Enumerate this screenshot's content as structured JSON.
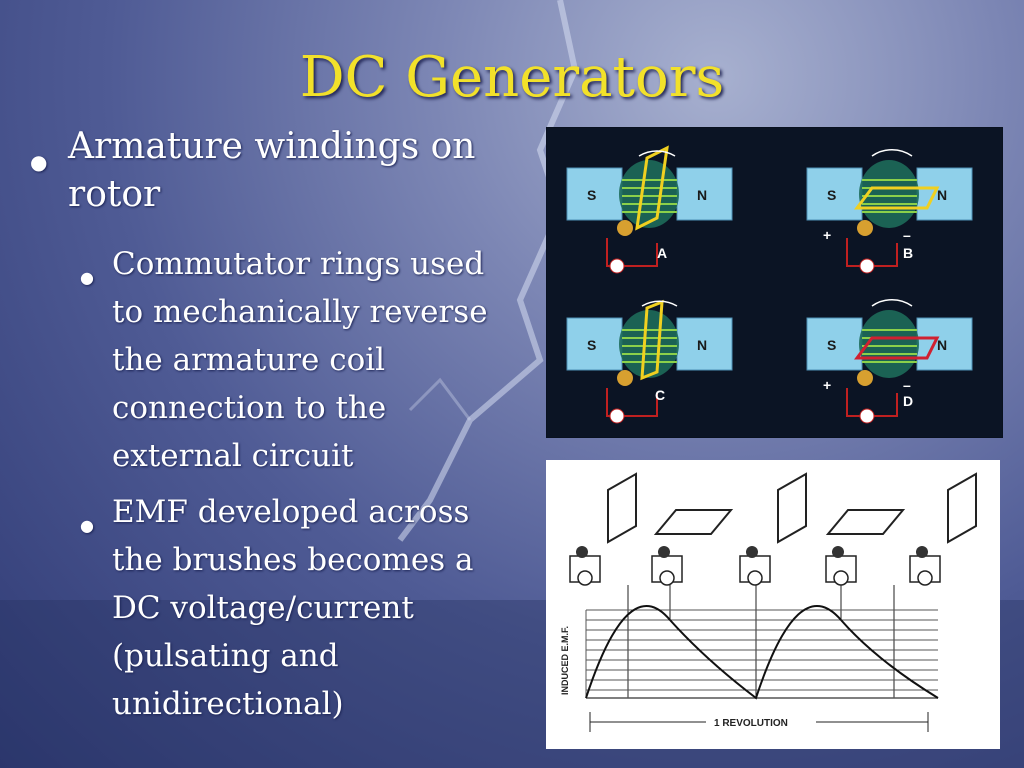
{
  "slide": {
    "title": "DC Generators",
    "bullets": [
      {
        "text": "Armature windings on rotor",
        "level": 1
      },
      {
        "text": "Commutator rings used to mechanically reverse the armature coil connection to the external circuit",
        "level": 2
      },
      {
        "text": "EMF developed across the brushes becomes a DC voltage/current (pulsating and unidirectional)",
        "level": 2
      }
    ]
  },
  "diagram_top": {
    "panels": [
      {
        "label": "A",
        "south": "S",
        "north": "N",
        "plus": "",
        "minus": ""
      },
      {
        "label": "B",
        "south": "S",
        "north": "N",
        "plus": "+",
        "minus": "–"
      },
      {
        "label": "C",
        "south": "S",
        "north": "N",
        "plus": "",
        "minus": ""
      },
      {
        "label": "D",
        "south": "S",
        "north": "N",
        "plus": "+",
        "minus": "–"
      }
    ]
  },
  "diagram_bottom": {
    "ylabel": "INDUCED E.M.F.",
    "xlabel": "1 REVOLUTION"
  },
  "colors": {
    "title": "#f2e12a",
    "text": "#ffffff",
    "magnet": "#8fd0ea",
    "coil": "#f0d020"
  }
}
